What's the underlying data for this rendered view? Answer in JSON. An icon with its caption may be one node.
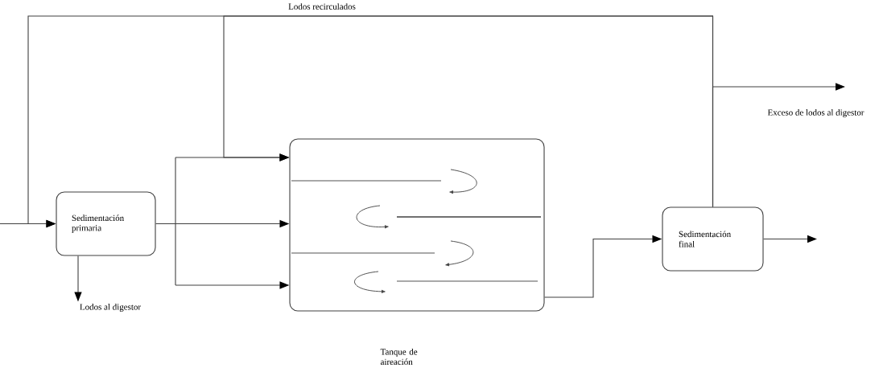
{
  "diagram": {
    "nodes": [
      {
        "text": [
          "Sedimentación primaria"
        ]
      },
      {
        "text": [
          "Tanque de aireación"
        ]
      },
      {
        "text": [
          "Sedimentación final"
        ]
      },
      {
        "text": [
          "Lodos al digestor"
        ]
      }
    ],
    "edges": [
      {
        "from": null,
        "to": 0,
        "arrow": "to"
      },
      {
        "from": 0,
        "to": 3,
        "arrow": "to"
      },
      {
        "from": 0,
        "to": 1,
        "arrow": "to"
      },
      {
        "from": 1,
        "to": 2,
        "arrow": "to"
      },
      {
        "from": 2,
        "to": 0,
        "arrow": "to",
        "label": "Lodos recirculados"
      },
      {
        "from": 2,
        "to": 1,
        "arrow": "to"
      },
      {
        "from": 2,
        "to": null,
        "arrow": "to",
        "label": "Exceso de lodos al digestor"
      },
      {
        "from": 2,
        "to": null,
        "arrow": "to"
      }
    ]
  }
}
